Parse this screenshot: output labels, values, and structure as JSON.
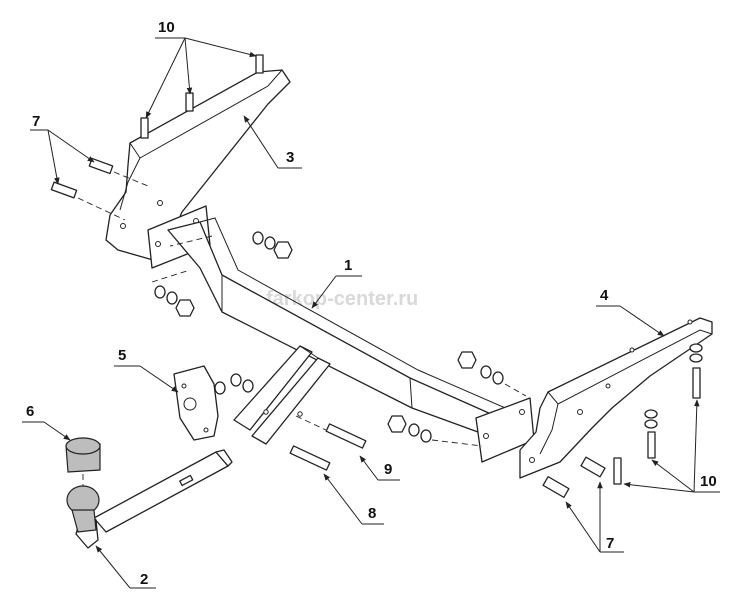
{
  "watermark": "farkop-center.ru",
  "callouts": {
    "c1": "1",
    "c2": "2",
    "c3": "3",
    "c4": "4",
    "c5": "5",
    "c6": "6",
    "c7_left": "7",
    "c7_right": "7",
    "c8": "8",
    "c9": "9",
    "c10_top": "10",
    "c10_right": "10"
  }
}
